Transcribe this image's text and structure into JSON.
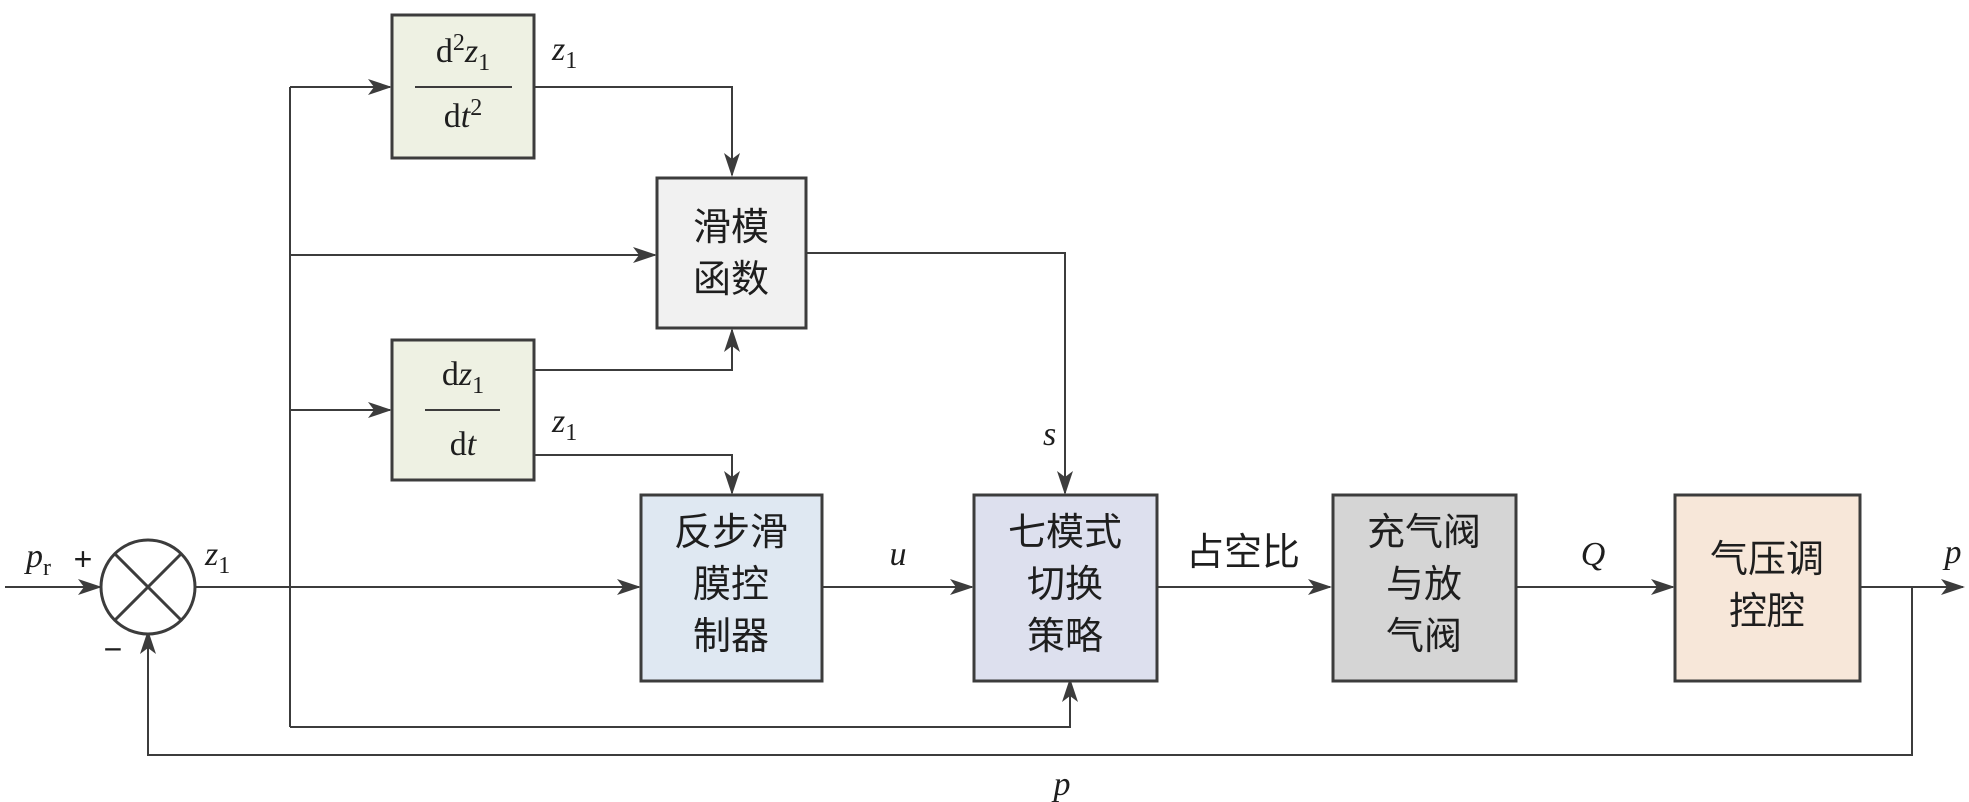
{
  "colors": {
    "derivative_blocks": "#eef1e3",
    "sliding_function": "#f1f1f1",
    "controller": "#dfe8f2",
    "switching": "#dde0ee",
    "valve": "#d5d5d5",
    "chamber": "#f7e7d9",
    "line": "#3c3c3c"
  },
  "blocks": {
    "second_derivative": {
      "num_prefix": "d",
      "num_exp": "2",
      "num_var": "z",
      "num_sub": "1",
      "den_prefix": "d",
      "den_var": "t",
      "den_exp": "2"
    },
    "first_derivative": {
      "num_prefix": "d",
      "num_var": "z",
      "num_sub": "1",
      "den_prefix": "d",
      "den_var": "t"
    },
    "sliding_function": {
      "line1": "滑模",
      "line2": "函数"
    },
    "controller": {
      "line1": "反步滑",
      "line2": "膜控",
      "line3": "制器"
    },
    "switching": {
      "line1": "七模式",
      "line2": "切换",
      "line3": "策略"
    },
    "valve": {
      "line1": "充气阀",
      "line2": "与放",
      "line3": "气阀"
    },
    "chamber": {
      "line1": "气压调",
      "line2": "控腔"
    }
  },
  "summing_junction": {
    "plus": "+",
    "minus": "−"
  },
  "signals": {
    "p_ref_main": "p",
    "p_ref_sub": "r",
    "z": "z",
    "z_sub": "1",
    "s": "s",
    "u": "u",
    "duty_cycle": "占空比",
    "Q": "Q",
    "p_out": "p",
    "p_feedback": "p"
  }
}
